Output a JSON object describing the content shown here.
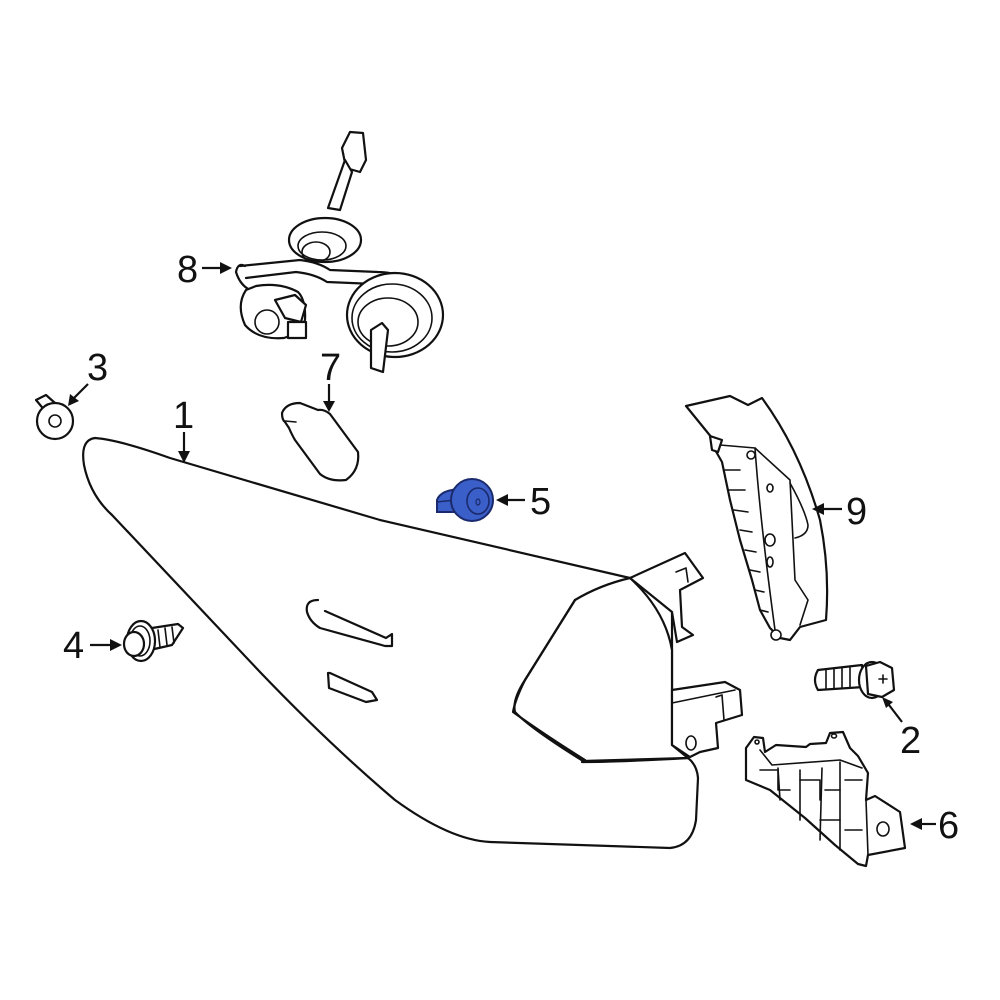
{
  "diagram": {
    "type": "exploded-parts-diagram",
    "subject": "Tail lamp assembly",
    "highlight_color": "#3b5fc9",
    "line_color": "#111111",
    "background": "#ffffff",
    "highlighted_part": "5"
  },
  "callouts": [
    {
      "number": "1",
      "part": "Tail lamp housing/lens",
      "arrow": "down"
    },
    {
      "number": "2",
      "part": "Bolt",
      "arrow": "up-left"
    },
    {
      "number": "3",
      "part": "Clip nut",
      "arrow": "down-left"
    },
    {
      "number": "4",
      "part": "Push pin retainer",
      "arrow": "right"
    },
    {
      "number": "5",
      "part": "Bulb socket (highlighted)",
      "arrow": "left"
    },
    {
      "number": "6",
      "part": "Mounting bracket",
      "arrow": "left"
    },
    {
      "number": "7",
      "part": "Bulb",
      "arrow": "down"
    },
    {
      "number": "8",
      "part": "Wiring harness / socket assembly",
      "arrow": "right"
    },
    {
      "number": "9",
      "part": "Inner lamp / reflector",
      "arrow": "left"
    }
  ]
}
